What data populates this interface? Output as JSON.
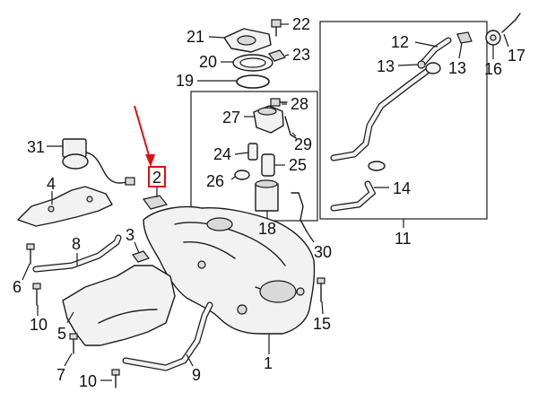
{
  "diagram": {
    "labels": [
      {
        "id": "1",
        "text": "1"
      },
      {
        "id": "2",
        "text": "2"
      },
      {
        "id": "3",
        "text": "3"
      },
      {
        "id": "4",
        "text": "4"
      },
      {
        "id": "5",
        "text": "5"
      },
      {
        "id": "6",
        "text": "6"
      },
      {
        "id": "7",
        "text": "7"
      },
      {
        "id": "8",
        "text": "8"
      },
      {
        "id": "9",
        "text": "9"
      },
      {
        "id": "10a",
        "text": "10"
      },
      {
        "id": "10b",
        "text": "10"
      },
      {
        "id": "11",
        "text": "11"
      },
      {
        "id": "12",
        "text": "12"
      },
      {
        "id": "13a",
        "text": "13"
      },
      {
        "id": "13b",
        "text": "13"
      },
      {
        "id": "14",
        "text": "14"
      },
      {
        "id": "15",
        "text": "15"
      },
      {
        "id": "16",
        "text": "16"
      },
      {
        "id": "17",
        "text": "17"
      },
      {
        "id": "18",
        "text": "18"
      },
      {
        "id": "19",
        "text": "19"
      },
      {
        "id": "20",
        "text": "20"
      },
      {
        "id": "21",
        "text": "21"
      },
      {
        "id": "22",
        "text": "22"
      },
      {
        "id": "23",
        "text": "23"
      },
      {
        "id": "24",
        "text": "24"
      },
      {
        "id": "25",
        "text": "25"
      },
      {
        "id": "26",
        "text": "26"
      },
      {
        "id": "27",
        "text": "27"
      },
      {
        "id": "28",
        "text": "28"
      },
      {
        "id": "29",
        "text": "29"
      },
      {
        "id": "30",
        "text": "30"
      },
      {
        "id": "31",
        "text": "31"
      }
    ],
    "highlight_color": "#e01010",
    "highlighted_label": "2"
  }
}
